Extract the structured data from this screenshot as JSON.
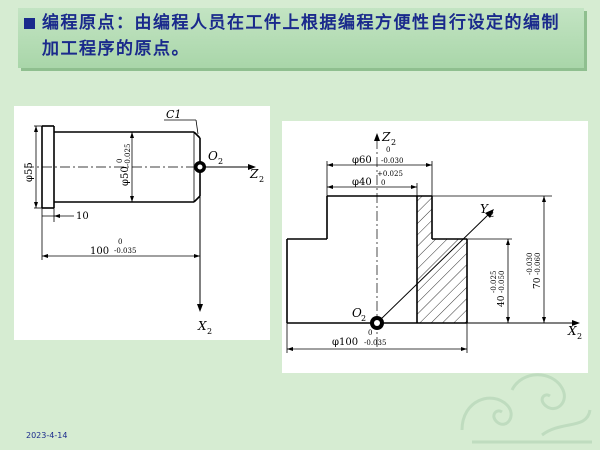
{
  "title": {
    "term": "编程原点：",
    "text": "由编程人员在工件上根据编程方便性自行设定的编制加工程序的原点。"
  },
  "left_figure": {
    "chamfer_label": "C1",
    "diameter_55": "φ55",
    "diameter_50": "φ50",
    "diameter_50_tol_upper": "0",
    "diameter_50_tol_lower": "-0.025",
    "length_10": "10",
    "length_100": "100",
    "length_100_tol_upper": "0",
    "length_100_tol_lower": "-0.035",
    "origin_label": "O",
    "origin_sub": "2",
    "z_axis": "Z",
    "z_sub": "2",
    "x_axis": "X",
    "x_sub": "2"
  },
  "right_figure": {
    "z_axis": "Z",
    "z_sub": "2",
    "y_axis": "Y",
    "y_sub": "2",
    "x_axis": "X",
    "x_sub": "2",
    "origin_label": "O",
    "origin_sub": "2",
    "d60": "φ60",
    "d60_upper": "0",
    "d60_lower": "-0.030",
    "d40": "φ40",
    "d40_upper": "+0.025",
    "d40_lower": "0",
    "d100": "φ100",
    "d100_upper": "0",
    "d100_lower": "-0.035",
    "h40": "40",
    "h40_upper": "-0.025",
    "h40_lower": "-0.050",
    "h70": "70",
    "h70_upper": "-0.030",
    "h70_lower": "-0.060"
  },
  "footer": {
    "date": "2023-4-14"
  }
}
